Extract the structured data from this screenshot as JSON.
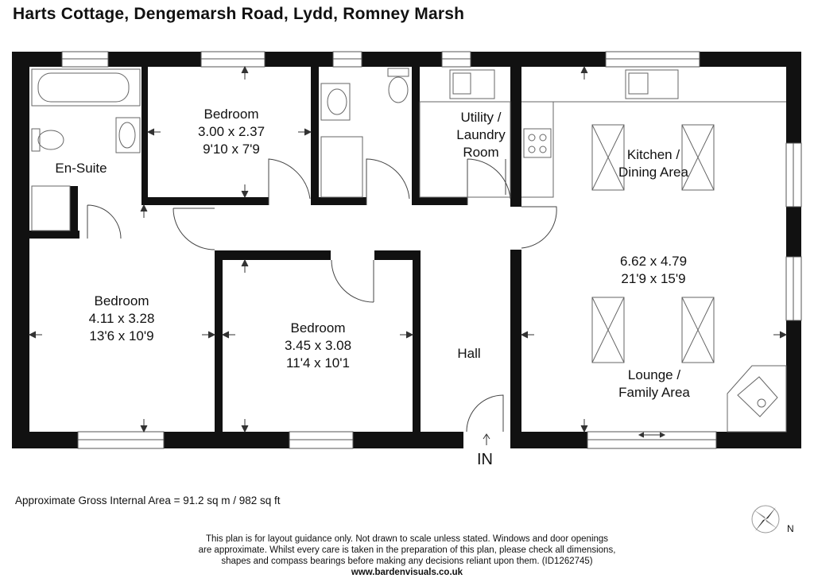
{
  "header": {
    "title": "Harts Cottage, Dengemarsh Road, Lydd, Romney Marsh"
  },
  "rooms": {
    "ensuite": {
      "name": "En-Suite"
    },
    "bedroom_top": {
      "name": "Bedroom",
      "metric": "3.00 x 2.37",
      "imperial": "9'10 x 7'9"
    },
    "utility": {
      "line1": "Utility /",
      "line2": "Laundry",
      "line3": "Room"
    },
    "kitchen": {
      "line1": "Kitchen /",
      "line2": "Dining Area"
    },
    "open_plan": {
      "metric": "6.62 x 4.79",
      "imperial": "21'9 x 15'9"
    },
    "lounge": {
      "line1": "Lounge /",
      "line2": "Family Area"
    },
    "bedroom_left": {
      "name": "Bedroom",
      "metric": "4.11 x 3.28",
      "imperial": "13'6 x 10'9"
    },
    "bedroom_mid": {
      "name": "Bedroom",
      "metric": "3.45 x 3.08",
      "imperial": "11'4 x 10'1"
    },
    "hall": {
      "name": "Hall"
    }
  },
  "entrance": {
    "label": "IN"
  },
  "footer": {
    "area": "Approximate Gross Internal Area = 91.2 sq m / 982 sq ft",
    "disclaimer_1": "This plan is for layout guidance only. Not drawn to scale unless stated. Windows and door openings",
    "disclaimer_2": "are approximate. Whilst every care is taken in the preparation of this plan, please check all dimensions,",
    "disclaimer_3": "shapes and compass bearings before making any decisions reliant upon them. (ID1262745)",
    "website": "www.bardenvisuals.co.uk"
  },
  "compass": {
    "north_label": "N",
    "icon": "compass-rose-icon"
  },
  "colors": {
    "wall": "#111111",
    "line": "#555555",
    "fixture": "#777777"
  }
}
